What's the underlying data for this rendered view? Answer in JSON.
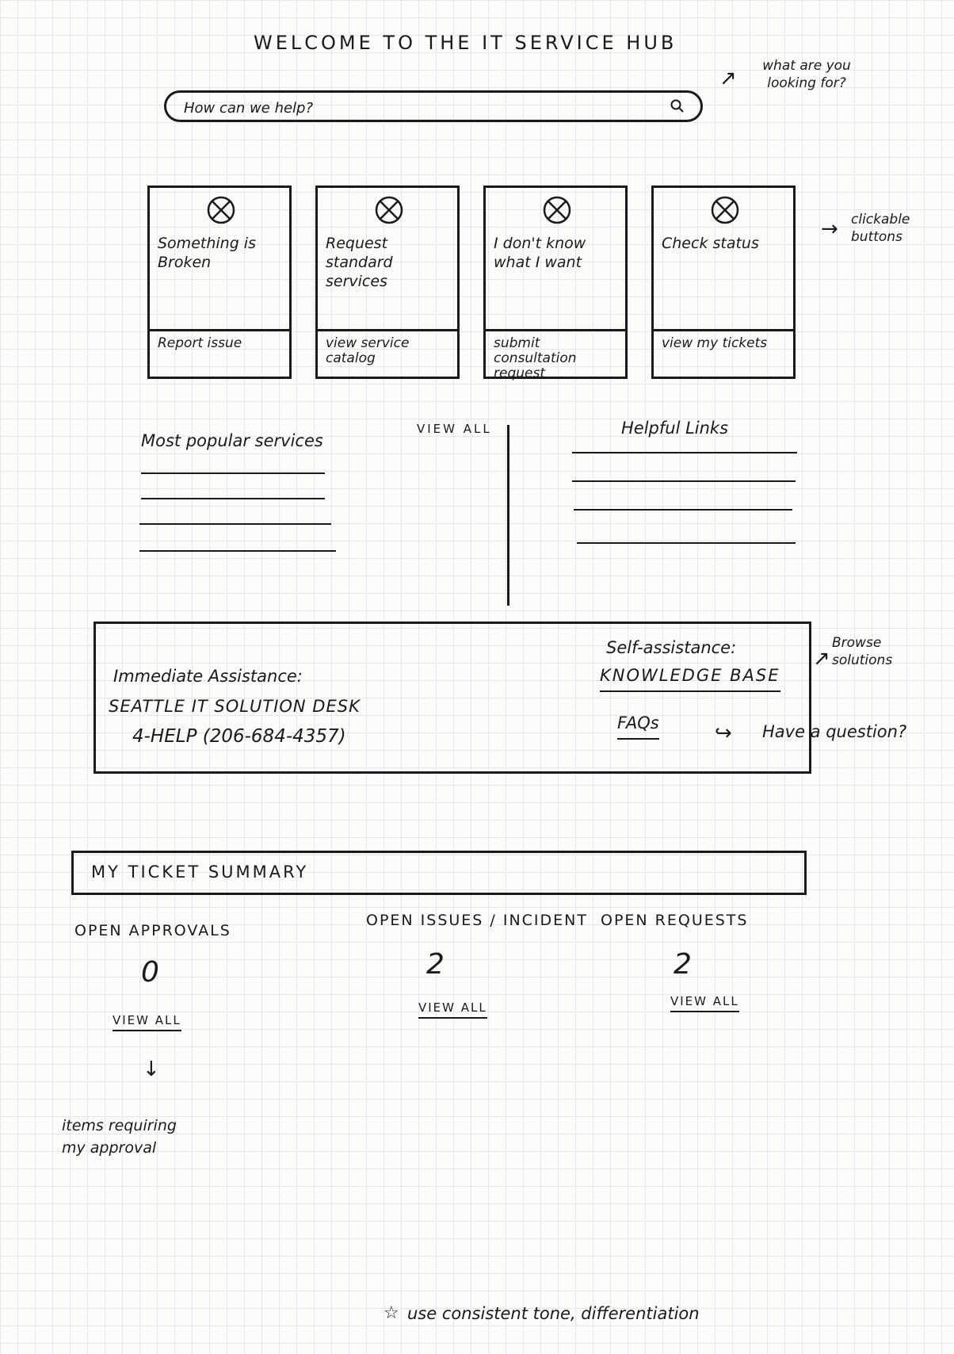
{
  "header": {
    "title": "WELCOME TO THE IT SERVICE HUB"
  },
  "search": {
    "placeholder": "How can we help?",
    "note": "what are you looking for?"
  },
  "cards": [
    {
      "title": "Something is Broken",
      "action": "Report issue"
    },
    {
      "title": "Request standard services",
      "action": "view service catalog"
    },
    {
      "title": "I don't know what I want",
      "action": "submit consultation request"
    },
    {
      "title": "Check status",
      "action": "view my tickets"
    }
  ],
  "cards_note": "clickable buttons",
  "popular": {
    "title": "Most popular services",
    "view_all": "VIEW ALL"
  },
  "helpful": {
    "title": "Helpful Links"
  },
  "assistance": {
    "immediate_label": "Immediate Assistance:",
    "desk_name": "SEATTLE IT SOLUTION DESK",
    "phone": "4-HELP (206-684-4357)",
    "self_label": "Self-assistance:",
    "kb_link": "KNOWLEDGE BASE",
    "kb_note": "Browse solutions",
    "faq_link": "FAQs",
    "faq_note": "Have a question?"
  },
  "ticket_summary": {
    "title": "MY TICKET SUMMARY",
    "stats": [
      {
        "label": "OPEN APPROVALS",
        "value": "0",
        "link": "VIEW ALL"
      },
      {
        "label": "OPEN ISSUES / INCIDENT",
        "value": "2",
        "link": "VIEW ALL"
      },
      {
        "label": "OPEN REQUESTS",
        "value": "2",
        "link": "VIEW ALL"
      }
    ],
    "approvals_note": "items requiring my approval"
  },
  "footer_note": "use consistent tone, differentiation"
}
